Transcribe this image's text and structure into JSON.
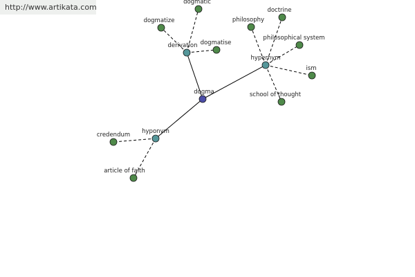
{
  "banner": {
    "url_text": "http://www.artikata.com"
  },
  "colors": {
    "center": "#4c4ea8",
    "relation": "#55979a",
    "term": "#4f8a4a",
    "edge": "#000000"
  },
  "graph": {
    "nodes": [
      {
        "id": "dogma",
        "label": "dogma",
        "kind": "center"
      },
      {
        "id": "derivation",
        "label": "derivation",
        "kind": "relation"
      },
      {
        "id": "hypernym",
        "label": "hypernym",
        "kind": "relation"
      },
      {
        "id": "hyponym",
        "label": "hyponym",
        "kind": "relation"
      },
      {
        "id": "dogmatic",
        "label": "dogmatic",
        "kind": "term"
      },
      {
        "id": "dogmatize",
        "label": "dogmatize",
        "kind": "term"
      },
      {
        "id": "dogmatise",
        "label": "dogmatise",
        "kind": "term"
      },
      {
        "id": "philosophy",
        "label": "philosophy",
        "kind": "term"
      },
      {
        "id": "doctrine",
        "label": "doctrine",
        "kind": "term"
      },
      {
        "id": "philosophical-system",
        "label": "philosophical system",
        "kind": "term"
      },
      {
        "id": "ism",
        "label": "ism",
        "kind": "term"
      },
      {
        "id": "school-of-thought",
        "label": "school of thought",
        "kind": "term"
      },
      {
        "id": "credendum",
        "label": "credendum",
        "kind": "term"
      },
      {
        "id": "article-of-faith",
        "label": "article of faith",
        "kind": "term"
      }
    ],
    "edges": [
      {
        "from": "dogma",
        "to": "derivation",
        "style": "solid"
      },
      {
        "from": "dogma",
        "to": "hypernym",
        "style": "solid"
      },
      {
        "from": "dogma",
        "to": "hyponym",
        "style": "solid"
      },
      {
        "from": "derivation",
        "to": "dogmatic",
        "style": "dashed"
      },
      {
        "from": "derivation",
        "to": "dogmatize",
        "style": "dashed"
      },
      {
        "from": "derivation",
        "to": "dogmatise",
        "style": "dashed"
      },
      {
        "from": "hypernym",
        "to": "philosophy",
        "style": "dashed"
      },
      {
        "from": "hypernym",
        "to": "doctrine",
        "style": "dashed"
      },
      {
        "from": "hypernym",
        "to": "philosophical-system",
        "style": "dashed"
      },
      {
        "from": "hypernym",
        "to": "ism",
        "style": "dashed"
      },
      {
        "from": "hypernym",
        "to": "school-of-thought",
        "style": "dashed"
      },
      {
        "from": "hyponym",
        "to": "credendum",
        "style": "dashed"
      },
      {
        "from": "hyponym",
        "to": "article-of-faith",
        "style": "dashed"
      }
    ]
  }
}
